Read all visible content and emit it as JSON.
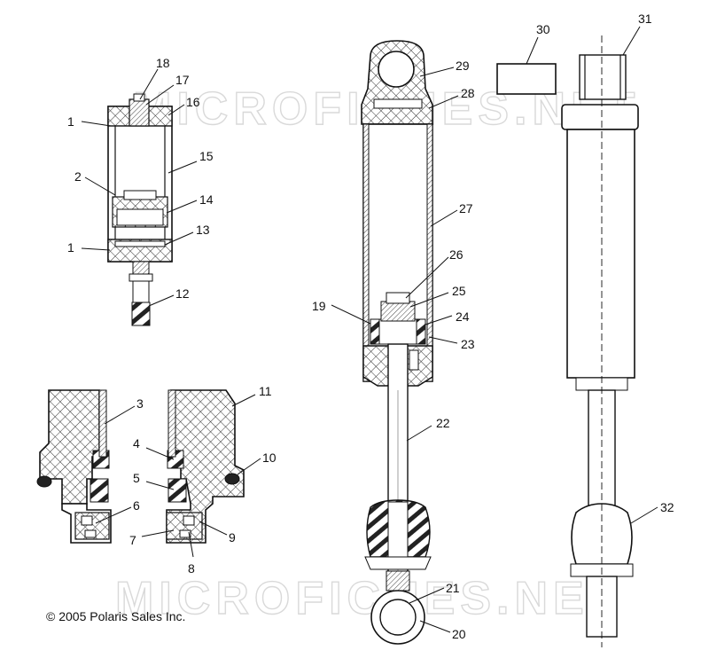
{
  "watermark": "MICROFICHES.NET",
  "copyright": "© 2005 Polaris Sales Inc.",
  "callouts": [
    {
      "id": "c18",
      "text": "18"
    },
    {
      "id": "c17",
      "text": "17"
    },
    {
      "id": "c16",
      "text": "16"
    },
    {
      "id": "c1a",
      "text": "1"
    },
    {
      "id": "c15",
      "text": "15"
    },
    {
      "id": "c2",
      "text": "2"
    },
    {
      "id": "c14",
      "text": "14"
    },
    {
      "id": "c1b",
      "text": "1"
    },
    {
      "id": "c13",
      "text": "13"
    },
    {
      "id": "c12",
      "text": "12"
    },
    {
      "id": "c11",
      "text": "11"
    },
    {
      "id": "c3",
      "text": "3"
    },
    {
      "id": "c4",
      "text": "4"
    },
    {
      "id": "c10",
      "text": "10"
    },
    {
      "id": "c5",
      "text": "5"
    },
    {
      "id": "c6",
      "text": "6"
    },
    {
      "id": "c7",
      "text": "7"
    },
    {
      "id": "c9",
      "text": "9"
    },
    {
      "id": "c8",
      "text": "8"
    },
    {
      "id": "c29",
      "text": "29"
    },
    {
      "id": "c28",
      "text": "28"
    },
    {
      "id": "c27",
      "text": "27"
    },
    {
      "id": "c26",
      "text": "26"
    },
    {
      "id": "c25",
      "text": "25"
    },
    {
      "id": "c19",
      "text": "19"
    },
    {
      "id": "c24",
      "text": "24"
    },
    {
      "id": "c23",
      "text": "23"
    },
    {
      "id": "c22",
      "text": "22"
    },
    {
      "id": "c21",
      "text": "21"
    },
    {
      "id": "c20",
      "text": "20"
    },
    {
      "id": "c30",
      "text": "30"
    },
    {
      "id": "c31",
      "text": "31"
    },
    {
      "id": "c32",
      "text": "32"
    }
  ]
}
